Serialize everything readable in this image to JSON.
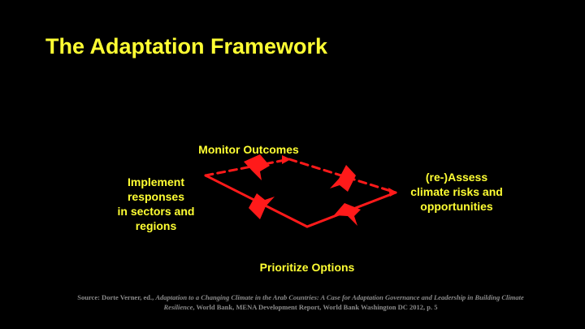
{
  "title": "The Adaptation Framework",
  "diagram": {
    "nodes": {
      "monitor": "Monitor Outcomes",
      "implement": "Implement\nresponses\nin sectors and\nregions",
      "assess": "(re-)Assess\nclimate risks and\nopportunities",
      "prioritize": "Prioritize Options"
    },
    "colors": {
      "arrow": "#ff1a1a",
      "label": "#ffff33"
    }
  },
  "source": {
    "prefix": "Source: Dorte Verner, ed., ",
    "title": "Adaptation to a Changing Climate in the Arab Countries: A Case for Adaptation Governance and Leadership in Building Climate Resilience",
    "suffix": ", World Bank, MENA Development Report, World Bank Washington DC 2012, p. 5"
  }
}
